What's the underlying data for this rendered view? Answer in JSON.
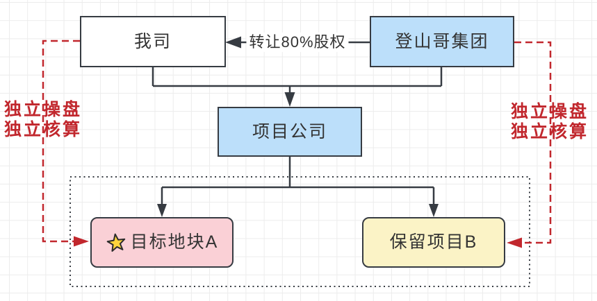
{
  "canvas": {
    "background": "#ffffff",
    "grid_color": "#ececec"
  },
  "nodes": {
    "our_company": {
      "label": "我司",
      "fill": "#ffffff"
    },
    "group": {
      "label": "登山哥集团",
      "fill": "#bcdffa"
    },
    "project_company": {
      "label": "项目公司",
      "fill": "#bcdffa"
    },
    "target_plot_a": {
      "label": "目标地块A",
      "icon": "star-icon",
      "fill": "#fad0d6"
    },
    "reserved_project_b": {
      "label": "保留项目B",
      "fill": "#fbf3c6"
    }
  },
  "edges": {
    "transfer_label": "转让80%股权"
  },
  "annotations": {
    "left": {
      "line1": "独立操盘",
      "line2": "独立核算"
    },
    "right": {
      "line1": "独立操盘",
      "line2": "独立核算"
    }
  },
  "colors": {
    "stroke_dark": "#363b42",
    "annotation_red": "#c1272d",
    "star_yellow": "#ffd43c",
    "node_text": "#333333"
  }
}
